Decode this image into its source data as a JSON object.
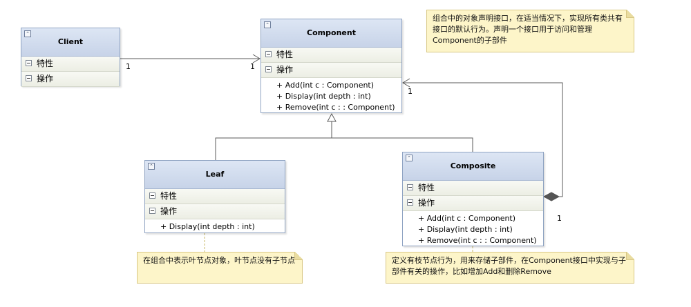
{
  "classes": {
    "client": {
      "name": "Client",
      "attributes_label": "特性",
      "operations_label": "操作",
      "operations": []
    },
    "component": {
      "name": "Component",
      "attributes_label": "特性",
      "operations_label": "操作",
      "operations": [
        "+ Add(int c : Component)",
        "+ Display(int depth : int)",
        "+ Remove(int c : : Component)"
      ]
    },
    "leaf": {
      "name": "Leaf",
      "attributes_label": "特性",
      "operations_label": "操作",
      "operations": [
        "+ Display(int depth : int)"
      ]
    },
    "composite": {
      "name": "Composite",
      "attributes_label": "特性",
      "operations_label": "操作",
      "operations": [
        "+ Add(int c : Component)",
        "+ Display(int depth : int)",
        "+ Remove(int c : : Component)"
      ]
    }
  },
  "multiplicities": {
    "client_end": "1",
    "component_end": "1",
    "component_aggregate_end": "1",
    "composite_end": "1"
  },
  "notes": {
    "component_note": "组合中的对象声明接口，在适当情况下，实现所有类共有接口的默认行为。声明一个接口用于访问和管理Component的子部件",
    "leaf_note": "在组合中表示叶节点对象，叶节点没有子节点",
    "composite_note": "定义有枝节点行为，用来存储子部件，在Component接口中实现与子部件有关的操作，比如增加Add和删除Remove"
  },
  "colors": {
    "class_border": "#8fa3c2",
    "class_header": "#c7d3e8",
    "note_fill": "#fdf5c9",
    "line": "#5a5a5a"
  }
}
